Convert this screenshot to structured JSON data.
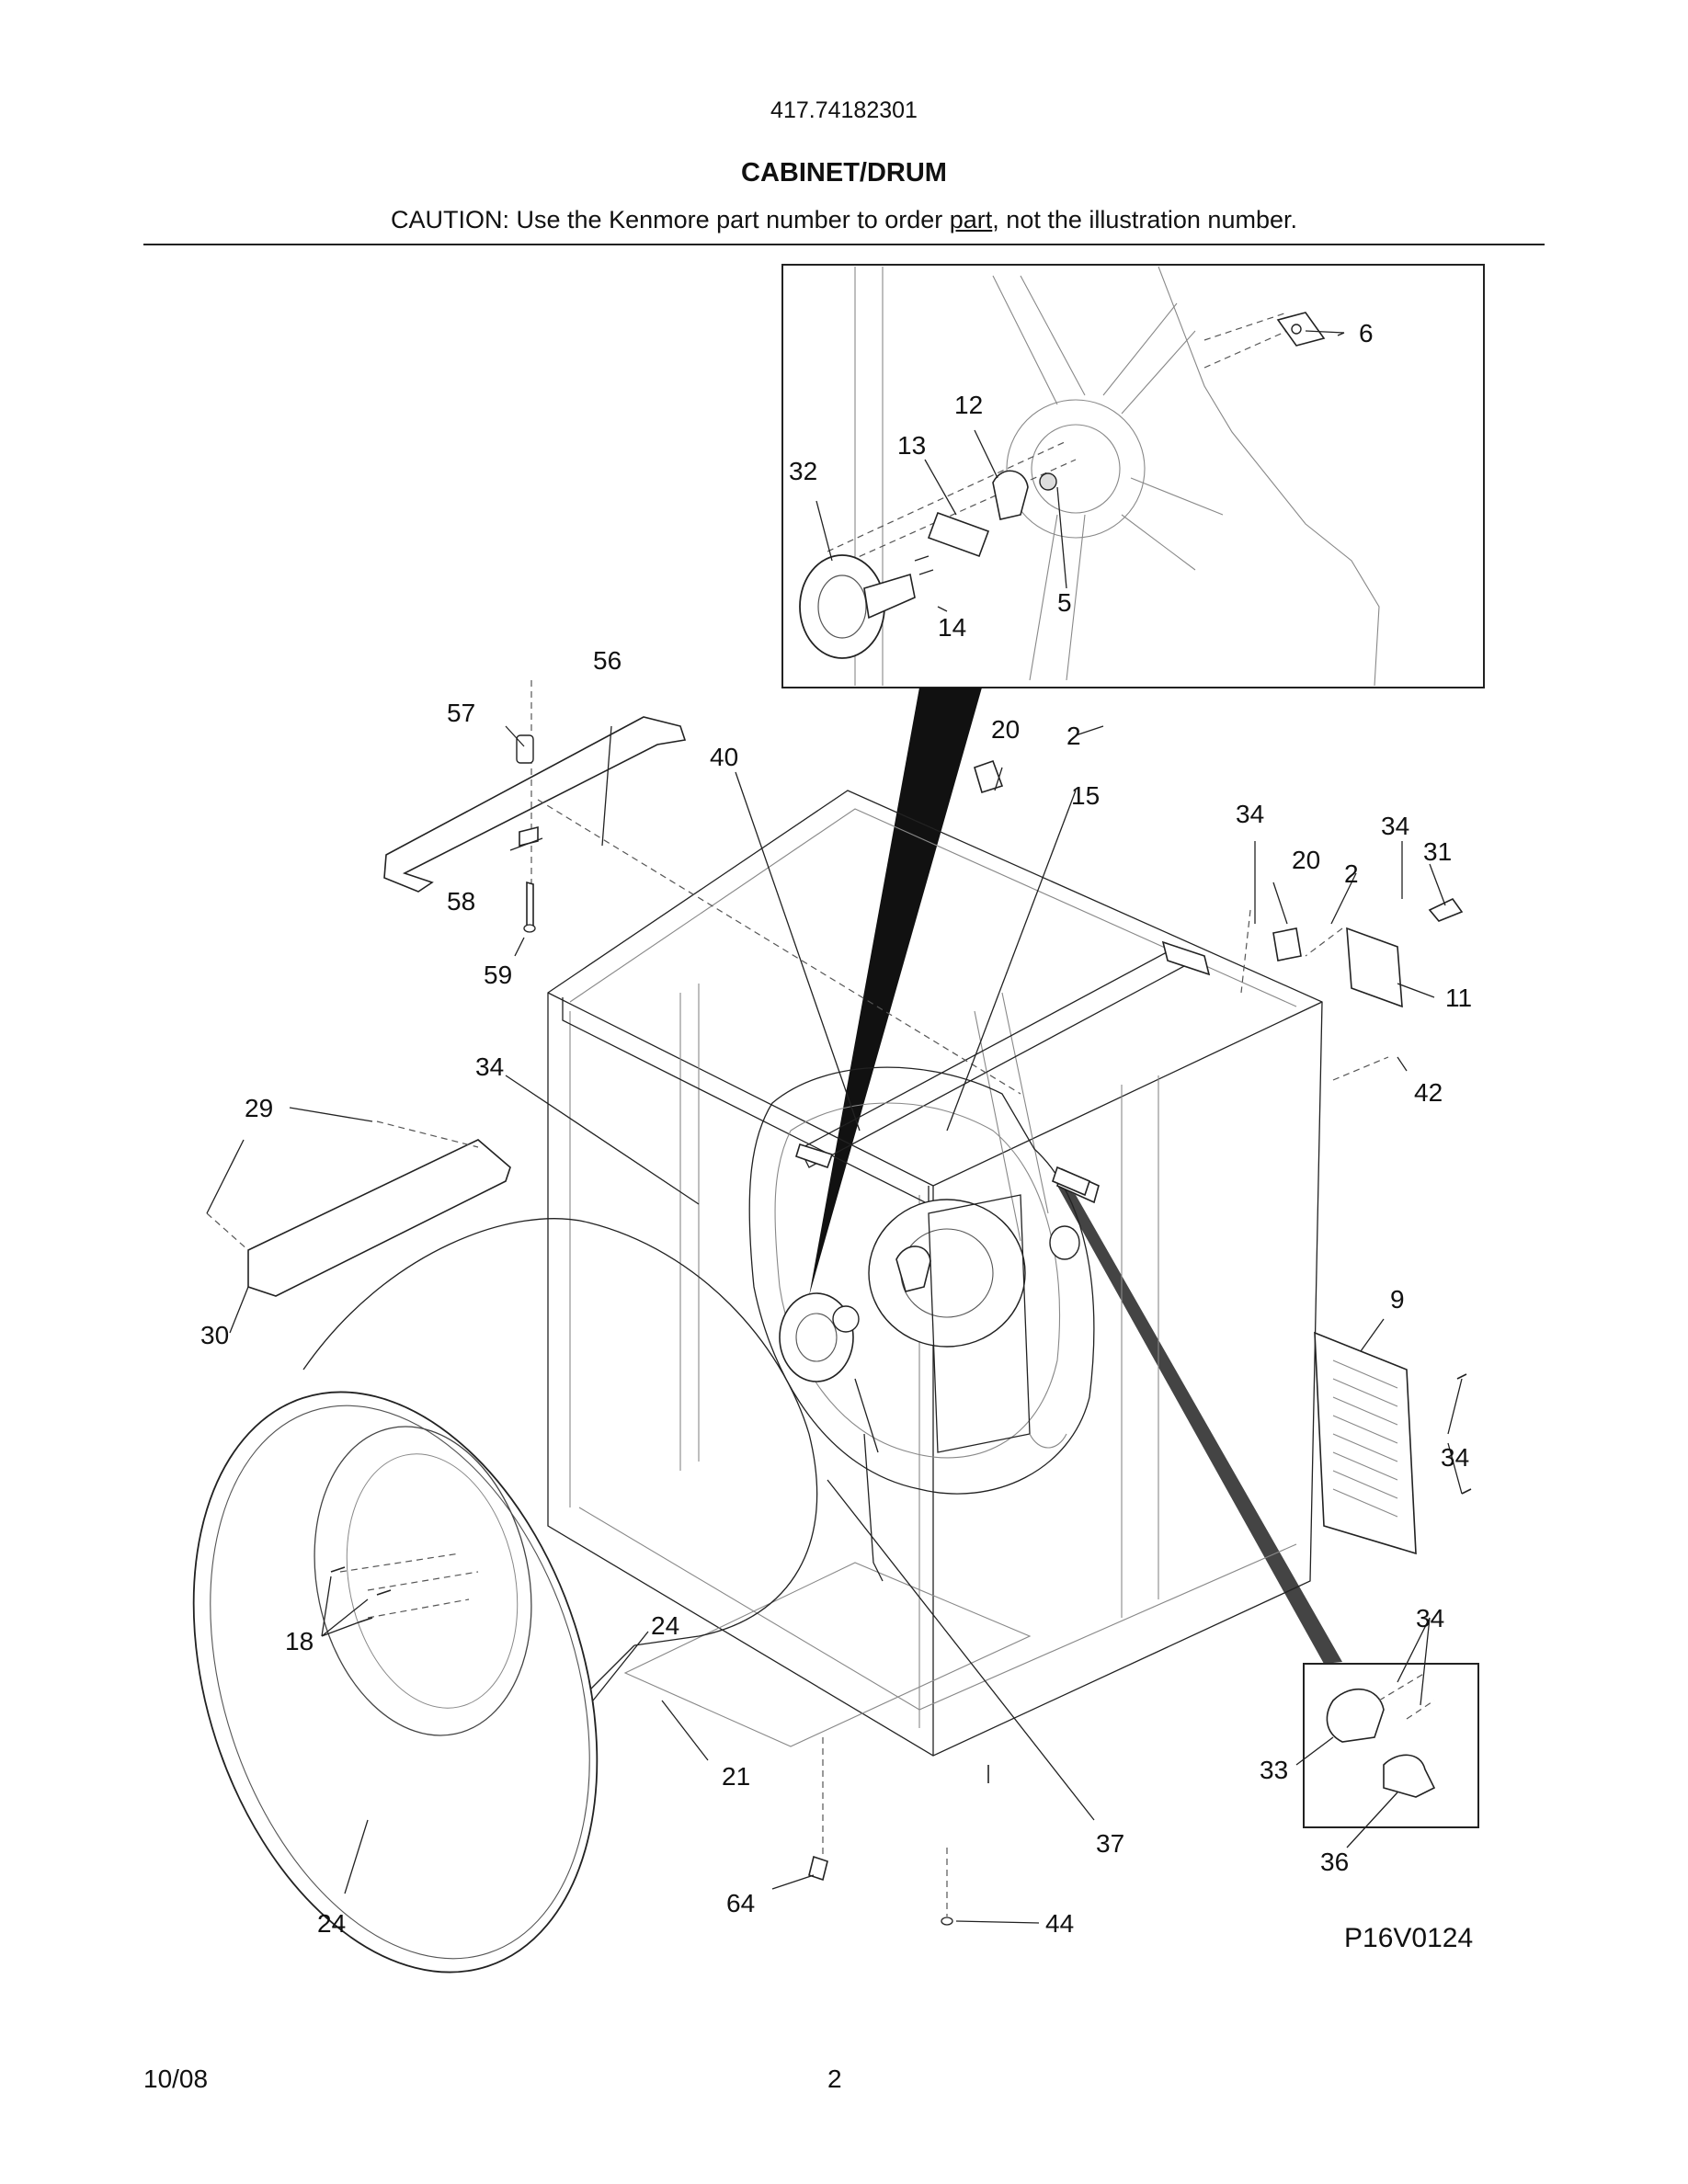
{
  "header": {
    "model_number": "417.74182301",
    "section_title": "CABINET/DRUM",
    "caution_before": "CAUTION: Use the Kenmore part number to order ",
    "caution_underlined": "part",
    "caution_after": ", not the illustration number."
  },
  "diagram": {
    "drawing_id": "P16V0124",
    "callouts": {
      "c2a": "2",
      "c2b": "2",
      "c5": "5",
      "c6": "6",
      "c9": "9",
      "c11": "11",
      "c12": "12",
      "c13": "13",
      "c14": "14",
      "c15": "15",
      "c18": "18",
      "c20a": "20",
      "c20b": "20",
      "c21": "21",
      "c24a": "24",
      "c24b": "24",
      "c29": "29",
      "c30": "30",
      "c31": "31",
      "c32": "32",
      "c33": "33",
      "c34a": "34",
      "c34b": "34",
      "c34c": "34",
      "c34d": "34",
      "c34e": "34",
      "c36": "36",
      "c37": "37",
      "c40": "40",
      "c42": "42",
      "c44": "44",
      "c56": "56",
      "c57": "57",
      "c58": "58",
      "c59": "59",
      "c64": "64"
    }
  },
  "footer": {
    "date": "10/08",
    "page": "2"
  }
}
